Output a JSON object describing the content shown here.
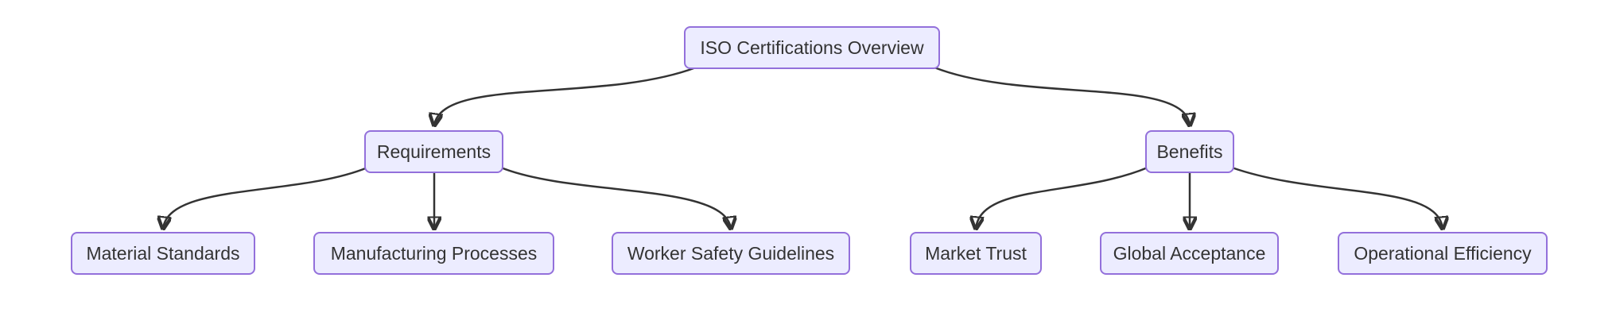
{
  "diagram": {
    "type": "flowchart",
    "direction": "top-down",
    "title": "ISO Certifications Overview",
    "nodes": [
      {
        "id": "iso-certifications-overview",
        "label": "ISO Certifications Overview"
      },
      {
        "id": "requirements",
        "label": "Requirements"
      },
      {
        "id": "benefits",
        "label": "Benefits"
      },
      {
        "id": "material-standards",
        "label": "Material Standards"
      },
      {
        "id": "manufacturing-processes",
        "label": "Manufacturing Processes"
      },
      {
        "id": "worker-safety-guidelines",
        "label": "Worker Safety Guidelines"
      },
      {
        "id": "market-trust",
        "label": "Market Trust"
      },
      {
        "id": "global-acceptance",
        "label": "Global Acceptance"
      },
      {
        "id": "operational-efficiency",
        "label": "Operational Efficiency"
      }
    ],
    "edges": [
      {
        "from": "iso-certifications-overview",
        "to": "requirements"
      },
      {
        "from": "iso-certifications-overview",
        "to": "benefits"
      },
      {
        "from": "requirements",
        "to": "material-standards"
      },
      {
        "from": "requirements",
        "to": "manufacturing-processes"
      },
      {
        "from": "requirements",
        "to": "worker-safety-guidelines"
      },
      {
        "from": "benefits",
        "to": "market-trust"
      },
      {
        "from": "benefits",
        "to": "global-acceptance"
      },
      {
        "from": "benefits",
        "to": "operational-efficiency"
      }
    ],
    "colors": {
      "node_fill": "#ECECFF",
      "node_border": "#9370DB",
      "edge": "#333333",
      "text": "#333333",
      "background": "#FFFFFF"
    }
  }
}
